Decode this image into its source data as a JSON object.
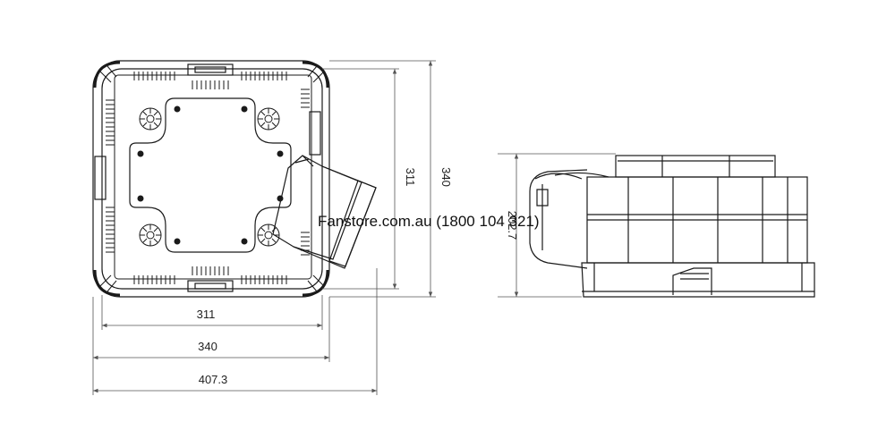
{
  "colors": {
    "line": "#1a1a1a",
    "dim_line": "#555555",
    "background": "#ffffff"
  },
  "watermark": "Fanstore.com.au (1800 104 321)",
  "plan_view": {
    "dims": {
      "width_inner": "311",
      "width_outer": "340",
      "width_overall": "407.3",
      "height_inner": "311",
      "height_outer": "340"
    }
  },
  "side_view": {
    "dims": {
      "height": "202.7"
    }
  }
}
